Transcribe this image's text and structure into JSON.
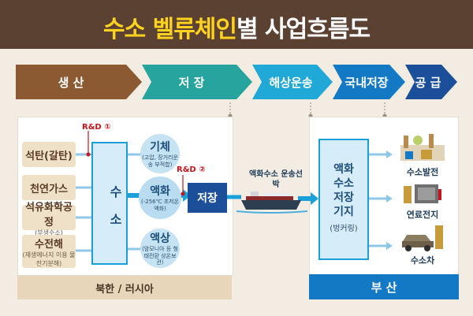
{
  "title": {
    "part1": "수소 벨류체인",
    "part2": "별 사업흐름도"
  },
  "stages": [
    {
      "label": "생 산"
    },
    {
      "label": "저 장"
    },
    {
      "label": "해상운송"
    },
    {
      "label": "국내저장"
    },
    {
      "label": "공 급"
    }
  ],
  "sources": [
    {
      "label": "석탄(갈탄)",
      "sub": ""
    },
    {
      "label": "천연가스",
      "sub": ""
    },
    {
      "label": "석유화학공정",
      "sub": "(부생수소)"
    },
    {
      "label": "수전해",
      "sub": "(재생에너지 이용 물 전기분해)"
    }
  ],
  "hydrogen": {
    "label": "수 소"
  },
  "forms": [
    {
      "label": "기체",
      "desc": "(고압, 장거리운송 부적합)"
    },
    {
      "label": "액화",
      "desc": "(-256℃ 초저온 액화)"
    },
    {
      "label": "액상",
      "desc": "(암모니아 등 형태전환 상온보관)"
    }
  ],
  "rd1": "R&D ①",
  "rd2": "R&D ②",
  "storage": "저장",
  "ship": "액화수소 운송선박",
  "terminal": {
    "line1": "액화",
    "line2": "수소",
    "line3": "저장",
    "line4": "기지",
    "sub": "(벙커링)"
  },
  "outputs": [
    {
      "label": "수소발전"
    },
    {
      "label": "연료전지"
    },
    {
      "label": "수소차"
    }
  ],
  "origin": "북한 / 러시아",
  "destination": "부 산",
  "colors": {
    "brown": "#8b5a32",
    "teal": "#27a49d",
    "cyan": "#20a8d6",
    "blue": "#1479c4",
    "navy": "#1b4f9a"
  }
}
